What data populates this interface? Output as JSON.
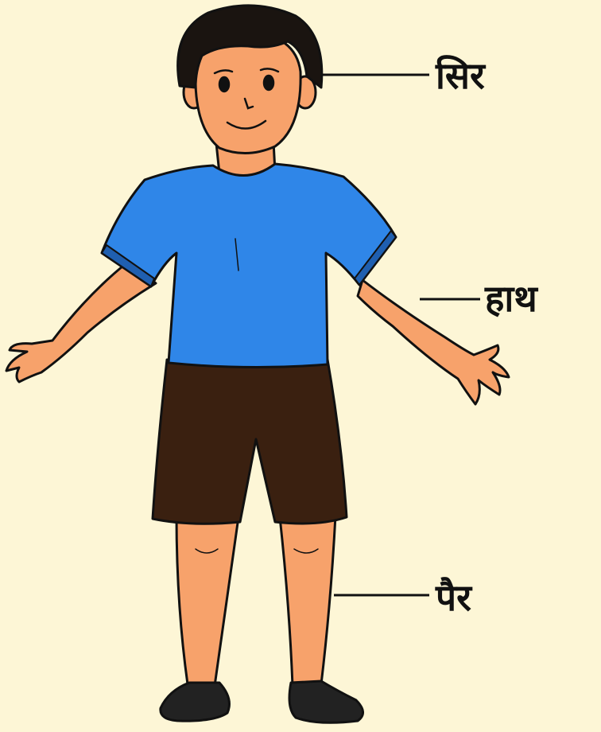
{
  "labels": {
    "head": "सिर",
    "hand": "हाथ",
    "leg": "पैर"
  },
  "colors": {
    "background": "#fdf6d6",
    "skin": "#f7a26b",
    "hair": "#1a1410",
    "shirt": "#2f86e8",
    "shirt_shade": "#1f5fb0",
    "shorts": "#3a2010",
    "shoes": "#222222",
    "line": "#111111"
  }
}
